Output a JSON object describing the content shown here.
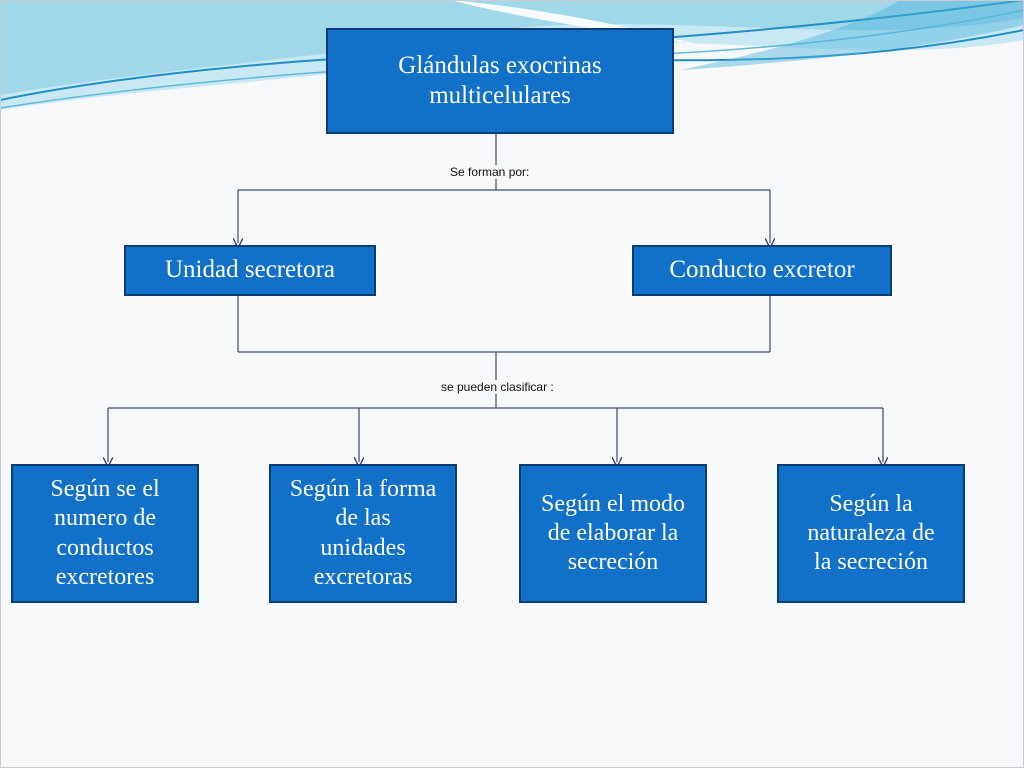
{
  "colors": {
    "box_fill": "#1170c8",
    "box_border": "#0b3c78",
    "box_text": "#ffffff",
    "connector": "#3a4b6a",
    "wave_light": "#9fd7e9",
    "wave_dark": "#1d8fc2"
  },
  "diagram": {
    "root": {
      "line1": "Glándulas exocrinas",
      "line2": "multicelulares"
    },
    "edge_label_1": "Se forman por:",
    "components": [
      {
        "label": "Unidad secretora"
      },
      {
        "label": "Conducto excretor"
      }
    ],
    "edge_label_2": "se pueden clasificar :",
    "classifications": [
      {
        "lines": [
          "Según se el",
          "numero de",
          "conductos",
          "excretores"
        ]
      },
      {
        "lines": [
          "Según la forma",
          "de las",
          "unidades",
          "excretoras"
        ]
      },
      {
        "lines": [
          "Según el modo",
          "de elaborar la",
          "secreción"
        ]
      },
      {
        "lines": [
          "Según la",
          "naturaleza de",
          "la secreción"
        ]
      }
    ]
  }
}
